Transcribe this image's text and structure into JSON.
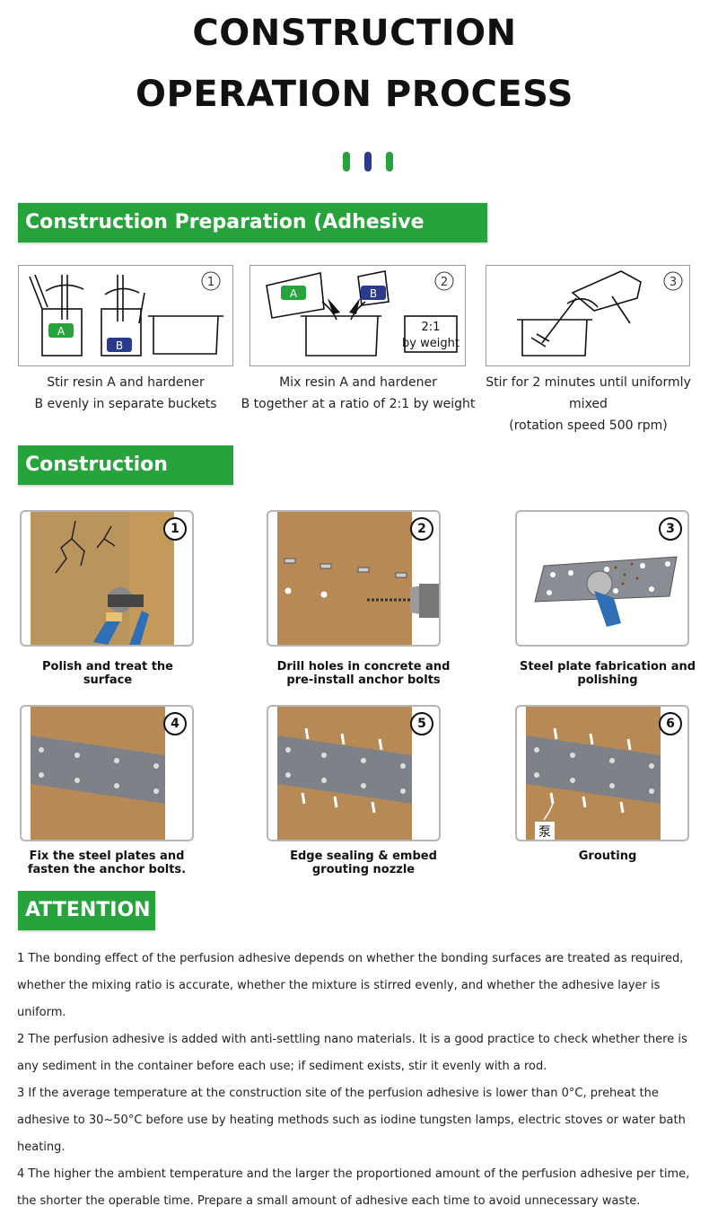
{
  "title": {
    "line1": "CONSTRUCTION",
    "line2": "OPERATION PROCESS"
  },
  "colors": {
    "green": "#27a33b",
    "navy": "#2a3a8c",
    "wood": "#b78a55"
  },
  "prep": {
    "heading": "Construction Preparation (Adhesive Mixing)",
    "panels": [
      {
        "num": "1",
        "label_a": "A",
        "label_b": "B",
        "caption1": "Stir resin A and hardener",
        "caption2": "B evenly in separate buckets"
      },
      {
        "num": "2",
        "label_a": "A",
        "label_b": "B",
        "ratio1": "2:1",
        "ratio2": "by weight",
        "caption1": "Mix resin A and hardener",
        "caption2": "B together at a ratio of 2:1 by weight"
      },
      {
        "num": "3",
        "caption1": "Stir for 2 minutes until uniformly mixed",
        "caption2": "(rotation speed 500 rpm)"
      }
    ]
  },
  "steps": {
    "heading": "Construction Steps",
    "items": [
      {
        "num": "1",
        "caption": "Polish and treat the surface"
      },
      {
        "num": "2",
        "caption": "Drill holes in concrete and pre-install anchor bolts"
      },
      {
        "num": "3",
        "caption": "Steel plate fabrication and polishing"
      },
      {
        "num": "4",
        "caption": "Fix the steel plates and fasten the anchor bolts."
      },
      {
        "num": "5",
        "caption": "Edge sealing & embed grouting nozzle"
      },
      {
        "num": "6",
        "caption": "Grouting",
        "pump_char": "泵"
      }
    ]
  },
  "attention": {
    "heading": "ATTENTION",
    "items": [
      "1 The bonding effect of the perfusion adhesive depends on whether the bonding surfaces are treated as required, whether the mixing ratio is accurate, whether the mixture is stirred evenly, and whether the adhesive layer is uniform.",
      "2 The perfusion adhesive is added with anti-settling nano materials. It is a good practice to check whether there is any sediment in the container before each use; if sediment exists, stir it evenly with a rod.",
      "3 If the average temperature at the construction site of the perfusion adhesive is lower than 0°C, preheat the adhesive to 30~50°C before use by heating methods such as iodine tungsten lamps, electric stoves or water bath heating.",
      "4 The higher the ambient temperature and the larger the proportioned amount of the perfusion adhesive per time, the shorter the operable time. Prepare a small amount of adhesive each time to avoid unnecessary waste."
    ]
  }
}
